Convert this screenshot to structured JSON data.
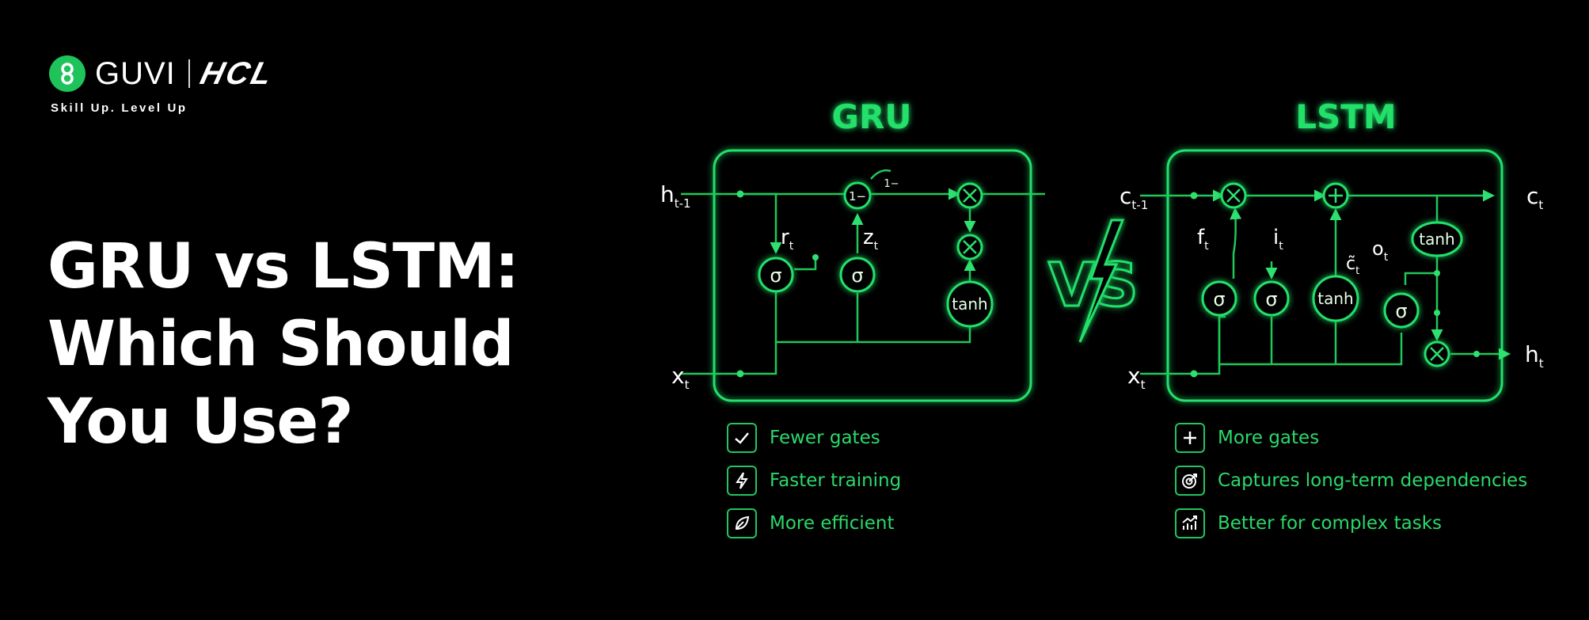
{
  "brand": {
    "name": "GUVI",
    "partner": "HCL",
    "tagline": "Skill Up. Level Up"
  },
  "headline": {
    "line1": "GRU vs LSTM:",
    "line2": "Which Should",
    "line3": "You Use?"
  },
  "vs_label": "VS",
  "gru": {
    "title": "GRU",
    "labels": {
      "h_in": "h",
      "h_in_sub": "t-1",
      "x_in": "x",
      "x_in_sub": "t",
      "r": "r",
      "r_sub": "t",
      "z": "z",
      "z_sub": "t",
      "sigma": "σ",
      "one_minus": "1−",
      "tanh": "tanh"
    },
    "features": [
      "Fewer gates",
      "Faster training",
      "More efficient"
    ]
  },
  "lstm": {
    "title": "LSTM",
    "labels": {
      "c_in": "c",
      "c_in_sub": "t-1",
      "c_out": "c",
      "c_out_sub": "t",
      "x_in": "x",
      "x_in_sub": "t",
      "h_out": "h",
      "h_out_sub": "t",
      "f": "f",
      "f_sub": "t",
      "i": "i",
      "i_sub": "t",
      "c_tilde": "c̃",
      "c_tilde_sub": "t",
      "o": "o",
      "o_sub": "t",
      "sigma": "σ",
      "tanh": "tanh"
    },
    "features": [
      "More gates",
      "Captures long-term dependencies",
      "Better for complex tasks"
    ]
  },
  "colors": {
    "accent": "#22e06b",
    "line": "#1fc85a",
    "background": "#000000"
  }
}
